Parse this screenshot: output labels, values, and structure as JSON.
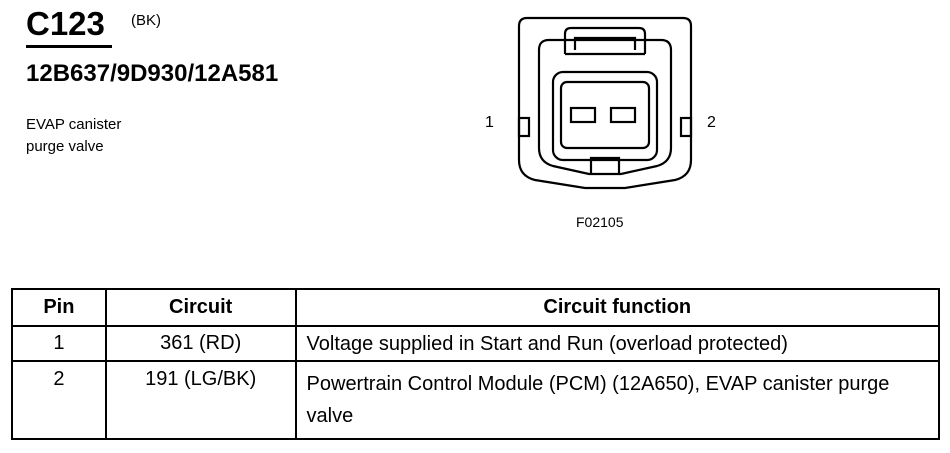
{
  "header": {
    "connector_id": "C123",
    "color_code": "(BK)",
    "part_numbers": "12B637/9D930/12A581",
    "description_lines": [
      "EVAP canister",
      "purge valve"
    ]
  },
  "figure": {
    "pin_left": "1",
    "pin_right": "2",
    "figure_id": "F02105"
  },
  "table": {
    "headers": [
      "Pin",
      "Circuit",
      "Circuit function"
    ],
    "rows": [
      {
        "pin": "1",
        "circuit": "361 (RD)",
        "function": "Voltage supplied in Start and Run (overload protected)"
      },
      {
        "pin": "2",
        "circuit": "191 (LG/BK)",
        "function": "Powertrain Control Module (PCM) (12A650), EVAP can­ister purge valve"
      }
    ]
  }
}
